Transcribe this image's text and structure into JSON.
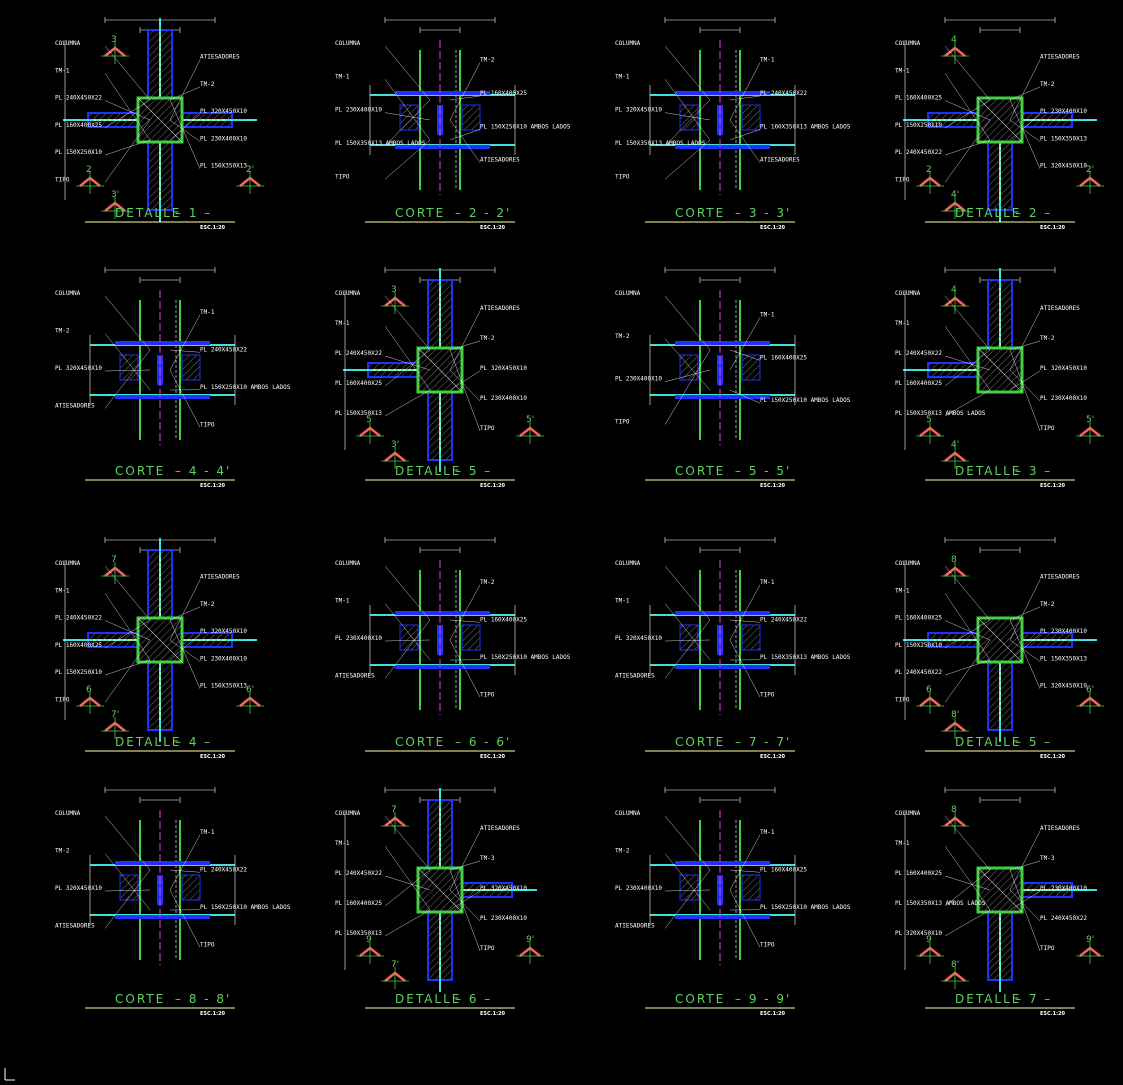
{
  "drawing": {
    "background": "#000000",
    "colors": {
      "title": "#5fd35f",
      "plate": "#2030ff",
      "beam": "#40e0e0",
      "column": "#40d040",
      "axis": "#e040e0",
      "weld": "#ffff60",
      "section_mark": "#ff6060",
      "text": "#ffffff"
    },
    "panels": [
      {
        "kind": "detalle",
        "title": "DETALLE",
        "num": "1",
        "scale": "ESC.1:20",
        "arms": [
          "up",
          "down",
          "left",
          "right"
        ],
        "marks": [
          "2",
          "2'",
          "3",
          "3'"
        ],
        "labels": [
          "COLUMNA",
          "ATIESADORES",
          "TM-1",
          "TM-2",
          "PL 240X450X22",
          "PL 320X450X10",
          "PL 160X400X25",
          "PL 230X400X10",
          "PL 150X250X10",
          "PL 150X350X13",
          "TIPO"
        ]
      },
      {
        "kind": "corte",
        "title": "CORTE",
        "num": "2 - 2'",
        "scale": "ESC.1:20",
        "labels": [
          "COLUMNA",
          "TM-2",
          "TM-1",
          "PL 160X400X25",
          "PL 230X400X10",
          "PL 150X250X10 AMBOS LADOS",
          "PL 150X350X13 AMBOS LADOS",
          "ATIESADORES",
          "TIPO"
        ]
      },
      {
        "kind": "corte",
        "title": "CORTE",
        "num": "3 - 3'",
        "scale": "ESC.1:20",
        "labels": [
          "COLUMNA",
          "TM-1",
          "TM-1",
          "PL 240X450X22",
          "PL 320X450X10",
          "PL 160X350X13 AMBOS LADOS",
          "PL 150X350X13 AMBOS LADOS",
          "ATIESADORES",
          "TIPO"
        ]
      },
      {
        "kind": "detalle",
        "title": "DETALLE",
        "num": "2",
        "scale": "ESC.1:20",
        "arms": [
          "down",
          "left",
          "right"
        ],
        "marks": [
          "2",
          "2'",
          "4",
          "4'"
        ],
        "labels": [
          "COLUMNA",
          "ATIESADORES",
          "TM-1",
          "TM-2",
          "PL 160X400X25",
          "PL 230X400X10",
          "PL 150X250X10",
          "PL 150X350X13",
          "PL 240X450X22",
          "PL 320X450X10",
          "TIPO"
        ]
      },
      {
        "kind": "corte",
        "title": "CORTE",
        "num": "4 - 4'",
        "scale": "ESC.1:20",
        "labels": [
          "COLUMNA",
          "TM-1",
          "TM-2",
          "PL 240X450X22",
          "PL 320X450X10",
          "PL 150X250X10 AMBOS LADOS",
          "ATIESADORES",
          "TIPO"
        ]
      },
      {
        "kind": "detalle",
        "title": "DETALLE",
        "num": "5",
        "scale": "ESC.1:20",
        "arms": [
          "up",
          "down",
          "left"
        ],
        "marks": [
          "5",
          "5'",
          "3",
          "3'"
        ],
        "labels": [
          "COLUMNA",
          "ATIESADORES",
          "TM-1",
          "TM-2",
          "PL 240X450X22",
          "PL 320X450X10",
          "PL 160X400X25",
          "PL 230X400X10",
          "PL 150X350X13",
          "TIPO"
        ]
      },
      {
        "kind": "corte",
        "title": "CORTE",
        "num": "5 - 5'",
        "scale": "ESC.1:20",
        "labels": [
          "COLUMNA",
          "TM-1",
          "TM-2",
          "PL 160X400X25",
          "PL 230X400X10",
          "PL 150X250X10 AMBOS LADOS",
          "TIPO"
        ]
      },
      {
        "kind": "detalle",
        "title": "DETALLE",
        "num": "3",
        "scale": "ESC.1:20",
        "arms": [
          "up",
          "left"
        ],
        "marks": [
          "5",
          "5'",
          "4",
          "4'"
        ],
        "labels": [
          "COLUMNA",
          "ATIESADORES",
          "TM-1",
          "TM-2",
          "PL 240X450X22",
          "PL 320X450X10",
          "PL 160X400X25",
          "PL 230X400X10",
          "PL 150X350X13 AMBOS LADOS",
          "TIPO"
        ]
      },
      {
        "kind": "detalle",
        "title": "DETALLE",
        "num": "4",
        "scale": "ESC.1:20",
        "arms": [
          "up",
          "down",
          "left",
          "right"
        ],
        "marks": [
          "6",
          "6'",
          "7",
          "7'"
        ],
        "labels": [
          "COLUMNA",
          "ATIESADORES",
          "TM-1",
          "TM-2",
          "PL 240X450X22",
          "PL 320X450X10",
          "PL 160X400X25",
          "PL 230X400X10",
          "PL 150X250X10",
          "PL 150X350X13",
          "TIPO"
        ]
      },
      {
        "kind": "corte",
        "title": "CORTE",
        "num": "6 - 6'",
        "scale": "ESC.1:20",
        "labels": [
          "COLUMNA",
          "TM-2",
          "TM-1",
          "PL 160X400X25",
          "PL 230X400X10",
          "PL 150X250X10 AMBOS LADOS",
          "ATIESADORES",
          "TIPO"
        ]
      },
      {
        "kind": "corte",
        "title": "CORTE",
        "num": "7 - 7'",
        "scale": "ESC.1:20",
        "labels": [
          "COLUMNA",
          "TM-1",
          "TM-1",
          "PL 240X450X22",
          "PL 320X450X10",
          "PL 150X350X13 AMBOS LADOS",
          "ATIESADORES",
          "TIPO"
        ]
      },
      {
        "kind": "detalle",
        "title": "DETALLE",
        "num": "5",
        "scale": "ESC.1:20",
        "arms": [
          "down",
          "left",
          "right"
        ],
        "marks": [
          "6",
          "6'",
          "8",
          "8'"
        ],
        "labels": [
          "COLUMNA",
          "ATIESADORES",
          "TM-1",
          "TM-2",
          "PL 160X400X25",
          "PL 230X400X10",
          "PL 150X250X10",
          "PL 150X350X13",
          "PL 240X450X22",
          "PL 320X450X10",
          "TIPO"
        ]
      },
      {
        "kind": "corte",
        "title": "CORTE",
        "num": "8 - 8'",
        "scale": "ESC.1:20",
        "labels": [
          "COLUMNA",
          "TM-1",
          "TM-2",
          "PL 240X450X22",
          "PL 320X450X10",
          "PL 150X250X10 AMBOS LADOS",
          "ATIESADORES",
          "TIPO"
        ]
      },
      {
        "kind": "detalle",
        "title": "DETALLE",
        "num": "6",
        "scale": "ESC.1:20",
        "arms": [
          "up",
          "down",
          "right"
        ],
        "marks": [
          "9",
          "9'",
          "7",
          "7'"
        ],
        "labels": [
          "COLUMNA",
          "ATIESADORES",
          "TM-1",
          "TM-3",
          "PL 240X450X22",
          "PL 320X450X10",
          "PL 160X400X25",
          "PL 230X400X10",
          "PL 150X350X13",
          "TIPO"
        ]
      },
      {
        "kind": "corte",
        "title": "CORTE",
        "num": "9 - 9'",
        "scale": "ESC.1:20",
        "labels": [
          "COLUMNA",
          "TM-1",
          "TM-2",
          "PL 160X400X25",
          "PL 230X400X10",
          "PL 150X250X10 AMBOS LADOS",
          "ATIESADORES",
          "TIPO"
        ]
      },
      {
        "kind": "detalle",
        "title": "DETALLE",
        "num": "7",
        "scale": "ESC.1:20",
        "arms": [
          "down",
          "right"
        ],
        "marks": [
          "9",
          "9'",
          "8",
          "8'"
        ],
        "labels": [
          "COLUMNA",
          "ATIESADORES",
          "TM-1",
          "TM-3",
          "PL 160X400X25",
          "PL 230X400X10",
          "PL 150X350X13 AMBOS LADOS",
          "PL 240X450X22",
          "PL 320X450X10",
          "TIPO"
        ]
      }
    ]
  }
}
